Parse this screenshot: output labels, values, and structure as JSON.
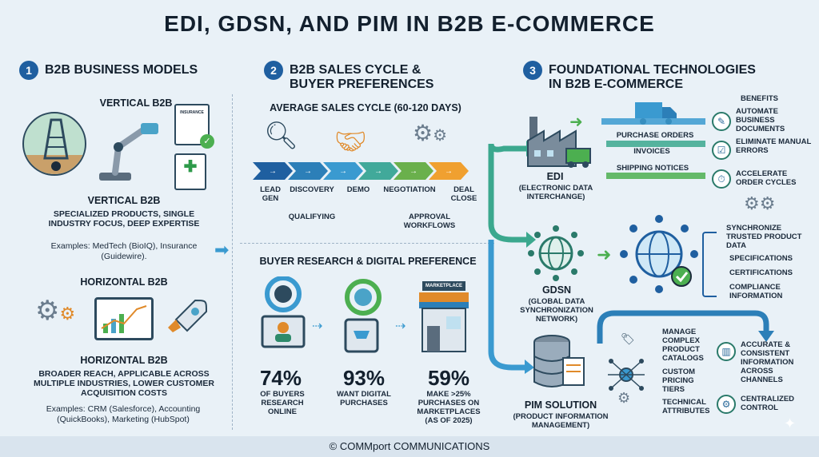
{
  "title": "EDI, GDSN, AND PIM IN B2B E-COMMERCE",
  "section1": {
    "number": "1",
    "heading": "B2B BUSINESS MODELS",
    "vertical": {
      "label_top": "VERTICAL B2B",
      "badge_text": "INSURANCE",
      "label": "VERTICAL B2B",
      "desc": "SPECIALIZED PRODUCTS, SINGLE INDUSTRY FOCUS, DEEP EXPERTISE",
      "examples": "Examples: MedTech (BioIQ), Insurance (Guidewire)."
    },
    "horizontal": {
      "label_top": "HORIZONTAL B2B",
      "label": "HORIZONTAL B2B",
      "desc": "BROADER REACH, APPLICABLE ACROSS MULTIPLE INDUSTRIES, LOWER CUSTOMER ACQUISITION COSTS",
      "examples": "Examples: CRM (Salesforce), Accounting (QuickBooks), Marketing (HubSpot)"
    }
  },
  "section2": {
    "number": "2",
    "heading": "B2B SALES CYCLE & BUYER PREFERENCES",
    "cycle_title": "AVERAGE SALES CYCLE (60-120 DAYS)",
    "stages_top": [
      "LEAD GEN",
      "DISCOVERY",
      "DEMO",
      "NEGOTIATION",
      "DEAL CLOSE"
    ],
    "stages_bottom": [
      "QUALIFYING",
      "APPROVAL WORKFLOWS"
    ],
    "research_title": "BUYER RESEARCH & DIGITAL PREFERENCE",
    "marketplace_sign": "MARKETPLACE",
    "stats": [
      {
        "value": "74%",
        "label": "OF BUYERS RESEARCH ONLINE"
      },
      {
        "value": "93%",
        "label": "WANT DIGITAL PURCHASES"
      },
      {
        "value": "59%",
        "label": "MAKE >25% PURCHASES ON MARKETPLACES (AS OF 2025)"
      }
    ]
  },
  "section3": {
    "number": "3",
    "heading": "FOUNDATIONAL TECHNOLOGIES IN B2B E-COMMERCE",
    "edi": {
      "name": "EDI",
      "full": "(ELECTRONIC DATA INTERCHANGE)",
      "flows": [
        "PURCHASE ORDERS",
        "INVOICES",
        "SHIPPING NOTICES"
      ],
      "benefits_title": "BENEFITS",
      "benefits": [
        "AUTOMATE BUSINESS DOCUMENTS",
        "ELIMINATE MANUAL ERRORS",
        "ACCELERATE ORDER CYCLES"
      ]
    },
    "gdsn": {
      "name": "GDSN",
      "full": "(GLOBAL DATA SYNCHRONIZATION NETWORK)",
      "items": [
        "SYNCHRONIZE TRUSTED PRODUCT DATA",
        "SPECIFICATIONS",
        "CERTIFICATIONS",
        "COMPLIANCE INFORMATION"
      ]
    },
    "pim": {
      "name": "PIM SOLUTION",
      "full": "(PRODUCT INFORMATION MANAGEMENT)",
      "items": [
        "MANAGE COMPLEX PRODUCT CATALOGS",
        "CUSTOM PRICING TIERS",
        "TECHNICAL ATTRIBUTES"
      ],
      "outcomes": [
        "ACCURATE & CONSISTENT INFORMATION ACROSS CHANNELS",
        "CENTRALIZED CONTROL"
      ]
    }
  },
  "footer": "© COMMport COMMUNICATIONS",
  "colors": {
    "accent": "#1f5fa0",
    "teal": "#2a9d8f",
    "green": "#4caf50",
    "orange": "#f0a030"
  }
}
